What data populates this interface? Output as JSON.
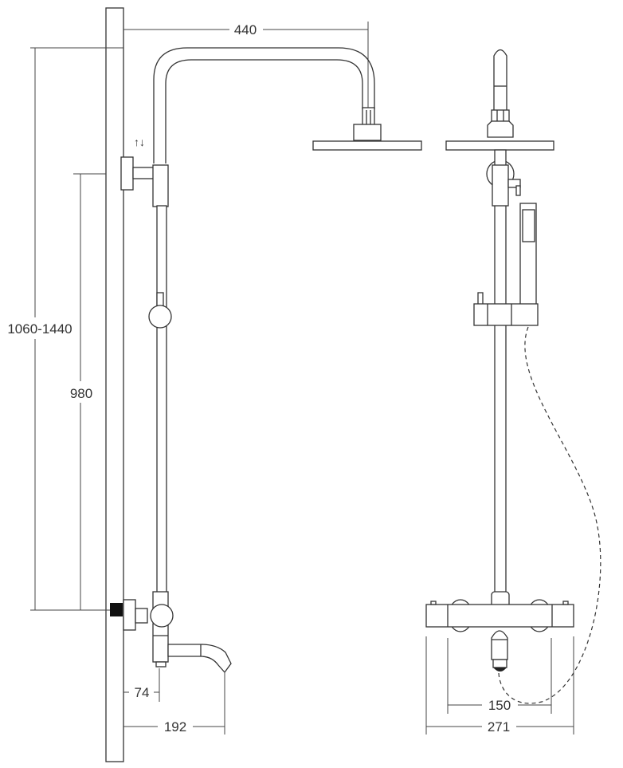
{
  "dimensions": {
    "arm_reach": "440",
    "total_height": "1060-1440",
    "bracket_height": "980",
    "spout_body_offset": "74",
    "spout_reach": "192",
    "inlet_centers": "150",
    "mixer_width": "271"
  },
  "annotations": {
    "adjust_arrows": "↑↓"
  }
}
